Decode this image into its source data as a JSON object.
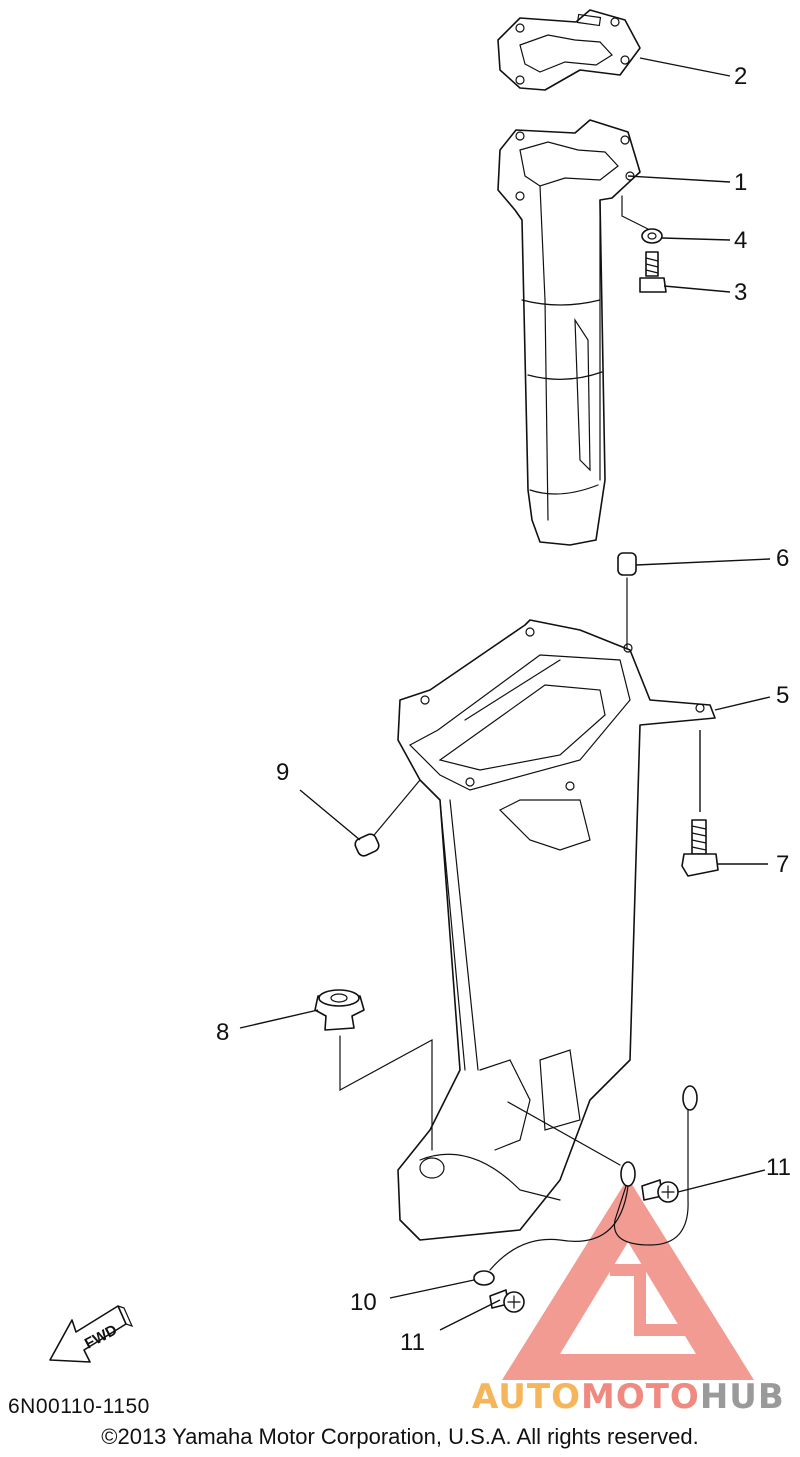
{
  "diagram": {
    "callouts": [
      "1",
      "2",
      "3",
      "4",
      "5",
      "6",
      "7",
      "8",
      "9",
      "10",
      "11",
      "11"
    ],
    "forward_arrow_label": "FWD"
  },
  "footer": {
    "part_code": "6N00110-1150",
    "copyright": "©2013 Yamaha Motor Corporation, U.S.A. All rights reserved."
  },
  "watermark": {
    "parts": [
      "AUTO",
      "MOTO",
      "HUB"
    ],
    "colors": {
      "accent": "#f6b55b",
      "red": "#f08a80",
      "gray": "#9a9a9a"
    }
  }
}
